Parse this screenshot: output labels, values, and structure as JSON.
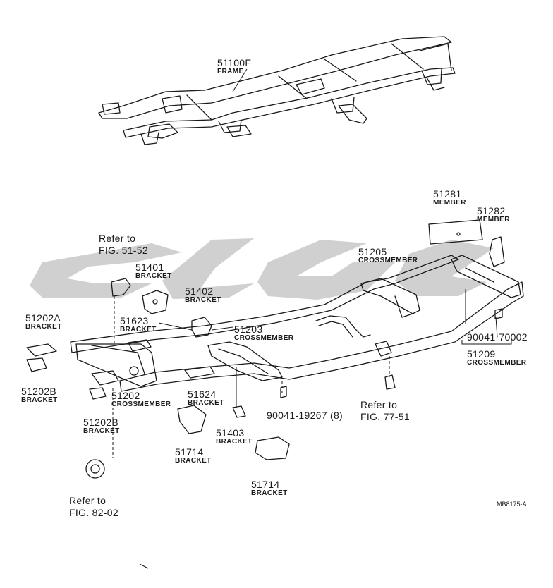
{
  "labels": {
    "frame": {
      "pn": "51100F",
      "name": "FRAME"
    },
    "member_51281": {
      "pn": "51281",
      "name": "MEMBER"
    },
    "member_51282": {
      "pn": "51282",
      "name": "MEMBER"
    },
    "crossmember_51205": {
      "pn": "51205",
      "name": "CROSSMEMBER"
    },
    "bracket_51401": {
      "pn": "51401",
      "name": "BRACKET"
    },
    "bracket_51402": {
      "pn": "51402",
      "name": "BRACKET"
    },
    "bracket_51623": {
      "pn": "51623",
      "name": "BRACKET"
    },
    "crossmember_51203": {
      "pn": "51203",
      "name": "CROSSMEMBER"
    },
    "bracket_51202a": {
      "pn": "51202A",
      "name": "BRACKET"
    },
    "bracket_51202b_1": {
      "pn": "51202B",
      "name": "BRACKET"
    },
    "bracket_51202b_2": {
      "pn": "51202B",
      "name": "BRACKET"
    },
    "crossmember_51202": {
      "pn": "51202",
      "name": "CROSSMEMBER"
    },
    "bracket_51624": {
      "pn": "51624",
      "name": "BRACKET"
    },
    "bracket_51403": {
      "pn": "51403",
      "name": "BRACKET"
    },
    "bracket_51714_1": {
      "pn": "51714",
      "name": "BRACKET"
    },
    "bracket_51714_2": {
      "pn": "51714",
      "name": "BRACKET"
    },
    "crossmember_51209": {
      "pn": "51209",
      "name": "CROSSMEMBER"
    },
    "bolt_90041_70002": {
      "pn": "90041-70002"
    },
    "bolt_90041_19267": {
      "pn": "90041-19267 (8)"
    }
  },
  "references": {
    "ref_51_52": {
      "line1": "Refer to",
      "line2": "FIG. 51-52"
    },
    "ref_77_51": {
      "line1": "Refer to",
      "line2": "FIG. 77-51"
    },
    "ref_82_02": {
      "line1": "Refer to",
      "line2": "FIG. 82-02"
    }
  },
  "diagram_code": "MB8175-A",
  "colors": {
    "line": "#1a1a1a",
    "watermark": "#c8c8c8",
    "background": "#ffffff"
  }
}
